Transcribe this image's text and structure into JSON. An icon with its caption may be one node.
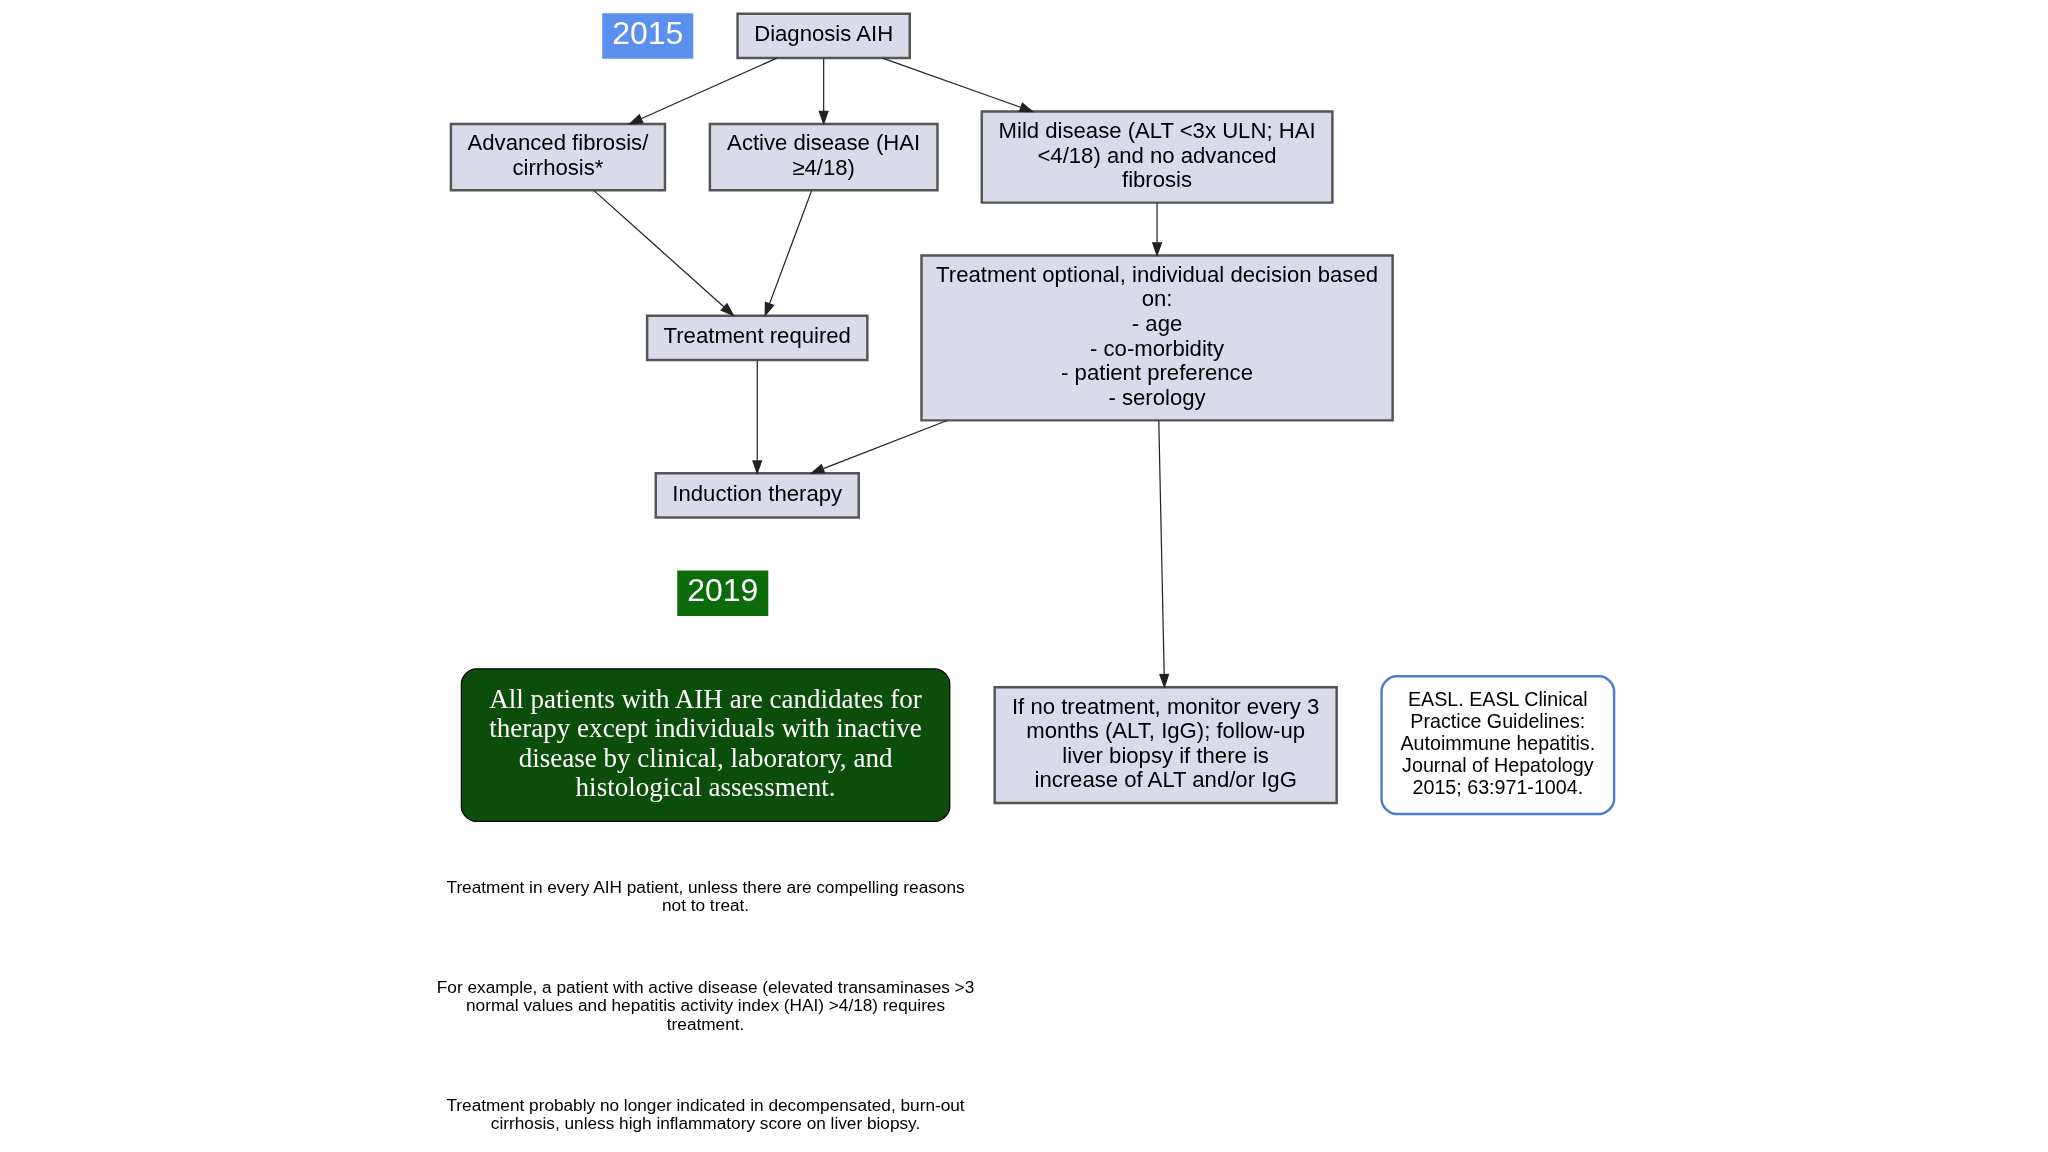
{
  "diagram": {
    "nodes": [
      {
        "text": [
          "Diagnosis AIH"
        ]
      },
      {
        "text": [
          "Advanced fibrosis/ cirrhosis*"
        ]
      },
      {
        "text": [
          "Active disease (HAI ≥4/18)"
        ]
      },
      {
        "text": [
          "Mild disease (ALT <3x ULN; HAI <4/18) and no advanced fibrosis"
        ]
      },
      {
        "text": [
          "Treatment required"
        ]
      },
      {
        "text": [
          "Treatment optional, individual decision based on:",
          "- age",
          "- co-morbidity",
          "- patient preference",
          "- serology"
        ]
      },
      {
        "text": [
          "Induction therapy"
        ]
      },
      {
        "text": [
          "If no treatment, monitor every 3 months (ALT, IgG); follow-up liver biopsy if there is increase of ALT and/or IgG"
        ]
      },
      {
        "text": [
          "All patients with AIH are candidates for therapy except individuals with inactive disease by clinical, laboratory, and histological assessment."
        ]
      },
      {
        "text": [
          "EASL. EASL Clinical Practice Guidelines: Autoimmune hepatitis. Journal of Hepatology 2015; 63:971-1004."
        ]
      }
    ],
    "edges": [
      {
        "from": 0,
        "to": 1,
        "arrow": "to"
      },
      {
        "from": 0,
        "to": 2,
        "arrow": "to"
      },
      {
        "from": 0,
        "to": 3,
        "arrow": "to"
      },
      {
        "from": 1,
        "to": 4,
        "arrow": "to"
      },
      {
        "from": 2,
        "to": 4,
        "arrow": "to"
      },
      {
        "from": 3,
        "to": 5,
        "arrow": "to"
      },
      {
        "from": 4,
        "to": 6,
        "arrow": "to"
      },
      {
        "from": 5,
        "to": 6,
        "arrow": "to"
      },
      {
        "from": 5,
        "to": 7,
        "arrow": "to"
      }
    ],
    "labels": [
      "2015",
      "2019",
      "Treatment in every AIH patient, unless there are compelling reasons not to treat.",
      "For example, a patient with active disease (elevated transaminases >3 normal values and hepatitis activity index (HAI) >4/18) requires treatment.",
      "Treatment probably no longer indicated in decompensated, burn-out cirrhosis, unless high inflammatory score on liver biopsy."
    ]
  }
}
